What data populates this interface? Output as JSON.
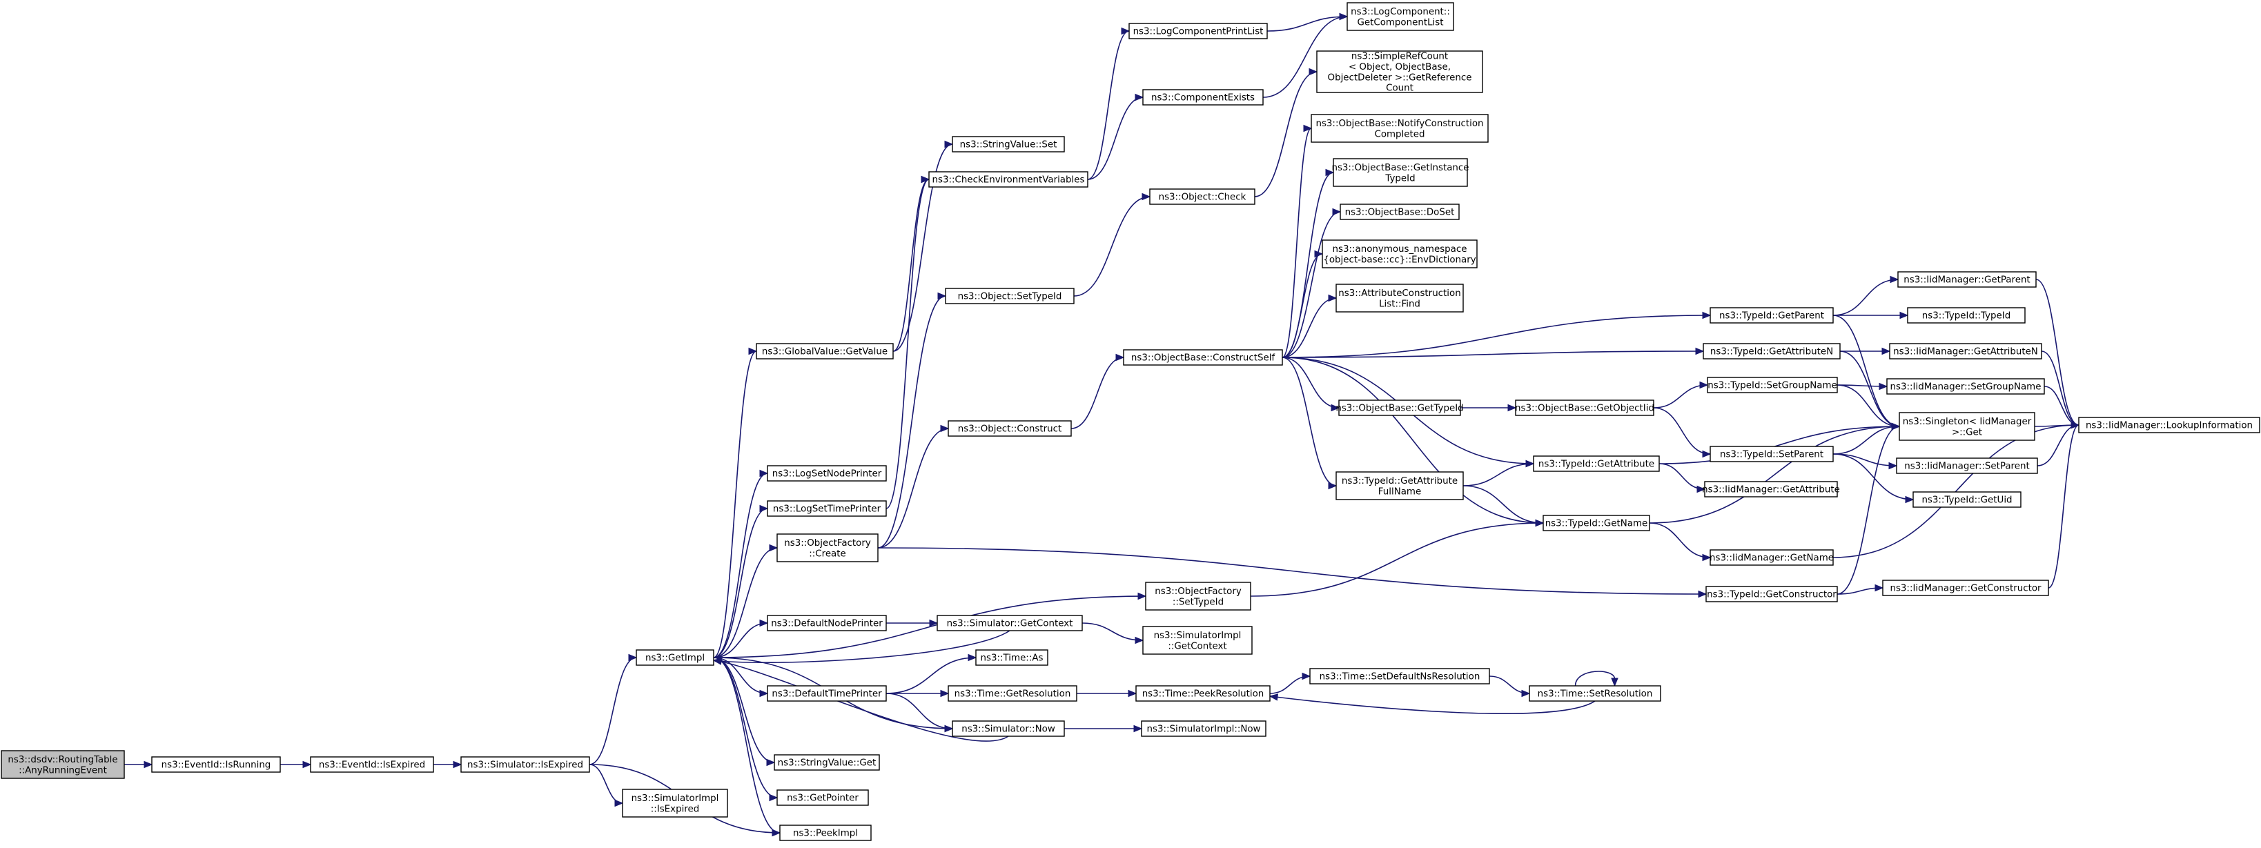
{
  "graph": {
    "type": "call-graph",
    "root": "n0",
    "nodes": [
      {
        "id": "n0",
        "lines": [
          "ns3::dsdv::RoutingTable",
          "::AnyRunningEvent"
        ],
        "root": true
      },
      {
        "id": "n1",
        "lines": [
          "ns3::EventId::IsRunning"
        ]
      },
      {
        "id": "n2",
        "lines": [
          "ns3::EventId::IsExpired"
        ]
      },
      {
        "id": "n3",
        "lines": [
          "ns3::Simulator::IsExpired"
        ]
      },
      {
        "id": "n4",
        "lines": [
          "ns3::GetImpl"
        ]
      },
      {
        "id": "n5",
        "lines": [
          "ns3::SimulatorImpl",
          "::IsExpired"
        ]
      },
      {
        "id": "n6",
        "lines": [
          "ns3::PeekImpl"
        ]
      },
      {
        "id": "n7",
        "lines": [
          "ns3::GlobalValue::GetValue"
        ]
      },
      {
        "id": "n8",
        "lines": [
          "ns3::LogSetNodePrinter"
        ]
      },
      {
        "id": "n9",
        "lines": [
          "ns3::LogSetTimePrinter"
        ]
      },
      {
        "id": "n10",
        "lines": [
          "ns3::ObjectFactory",
          "::Create"
        ]
      },
      {
        "id": "n11",
        "lines": [
          "ns3::DefaultNodePrinter"
        ]
      },
      {
        "id": "n12",
        "lines": [
          "ns3::DefaultTimePrinter"
        ]
      },
      {
        "id": "n13",
        "lines": [
          "ns3::StringValue::Get"
        ]
      },
      {
        "id": "n14",
        "lines": [
          "ns3::GetPointer"
        ]
      },
      {
        "id": "n15",
        "lines": [
          "ns3::StringValue::Set"
        ]
      },
      {
        "id": "n16",
        "lines": [
          "ns3::CheckEnvironmentVariables"
        ]
      },
      {
        "id": "n17",
        "lines": [
          "ns3::Object::SetTypeId"
        ]
      },
      {
        "id": "n18",
        "lines": [
          "ns3::Object::Construct"
        ]
      },
      {
        "id": "n19",
        "lines": [
          "ns3::ObjectFactory",
          "::SetTypeId"
        ]
      },
      {
        "id": "n20",
        "lines": [
          "ns3::Simulator::GetContext"
        ]
      },
      {
        "id": "n21",
        "lines": [
          "ns3::Time::As"
        ]
      },
      {
        "id": "n22",
        "lines": [
          "ns3::Time::GetResolution"
        ]
      },
      {
        "id": "n23",
        "lines": [
          "ns3::Simulator::Now"
        ]
      },
      {
        "id": "n24",
        "lines": [
          "ns3::LogComponentPrintList"
        ]
      },
      {
        "id": "n25",
        "lines": [
          "ns3::ComponentExists"
        ]
      },
      {
        "id": "n26",
        "lines": [
          "ns3::Object::Check"
        ]
      },
      {
        "id": "n27",
        "lines": [
          "ns3::ObjectBase::ConstructSelf"
        ]
      },
      {
        "id": "n28",
        "lines": [
          "ns3::SimulatorImpl",
          "::GetContext"
        ]
      },
      {
        "id": "n29",
        "lines": [
          "ns3::Time::PeekResolution"
        ]
      },
      {
        "id": "n30",
        "lines": [
          "ns3::SimulatorImpl::Now"
        ]
      },
      {
        "id": "n31",
        "lines": [
          "ns3::LogComponent::",
          "GetComponentList"
        ]
      },
      {
        "id": "n32",
        "lines": [
          "ns3::SimpleRefCount",
          "< Object, ObjectBase,",
          " ObjectDeleter >::GetReference",
          "Count"
        ]
      },
      {
        "id": "n33",
        "lines": [
          "ns3::ObjectBase::NotifyConstruction",
          "Completed"
        ]
      },
      {
        "id": "n34",
        "lines": [
          "ns3::ObjectBase::GetInstance",
          "TypeId"
        ]
      },
      {
        "id": "n35",
        "lines": [
          "ns3::ObjectBase::DoSet"
        ]
      },
      {
        "id": "n36",
        "lines": [
          "ns3::anonymous_namespace",
          "{object-base::cc}::EnvDictionary"
        ]
      },
      {
        "id": "n37",
        "lines": [
          "ns3::AttributeConstruction",
          "List::Find"
        ]
      },
      {
        "id": "n38",
        "lines": [
          "ns3::ObjectBase::GetTypeId"
        ]
      },
      {
        "id": "n39",
        "lines": [
          "ns3::TypeId::GetAttribute",
          "FullName"
        ]
      },
      {
        "id": "n40",
        "lines": [
          "ns3::Time::SetDefaultNsResolution"
        ]
      },
      {
        "id": "n41",
        "lines": [
          "ns3::ObjectBase::GetObjectIid"
        ]
      },
      {
        "id": "n42",
        "lines": [
          "ns3::TypeId::GetAttribute"
        ]
      },
      {
        "id": "n43",
        "lines": [
          "ns3::TypeId::GetName"
        ]
      },
      {
        "id": "n44",
        "lines": [
          "ns3::Time::SetResolution"
        ]
      },
      {
        "id": "n45",
        "lines": [
          "ns3::TypeId::GetParent"
        ]
      },
      {
        "id": "n46",
        "lines": [
          "ns3::TypeId::GetAttributeN"
        ]
      },
      {
        "id": "n47",
        "lines": [
          "ns3::TypeId::SetGroupName"
        ]
      },
      {
        "id": "n48",
        "lines": [
          "ns3::TypeId::SetParent"
        ]
      },
      {
        "id": "n49",
        "lines": [
          "ns3::IidManager::GetAttribute"
        ]
      },
      {
        "id": "n50",
        "lines": [
          "ns3::IidManager::GetName"
        ]
      },
      {
        "id": "n51",
        "lines": [
          "ns3::TypeId::GetConstructor"
        ]
      },
      {
        "id": "n52",
        "lines": [
          "ns3::IidManager::GetParent"
        ]
      },
      {
        "id": "n53",
        "lines": [
          "ns3::TypeId::TypeId"
        ]
      },
      {
        "id": "n54",
        "lines": [
          "ns3::IidManager::GetAttributeN"
        ]
      },
      {
        "id": "n55",
        "lines": [
          "ns3::IidManager::SetGroupName"
        ]
      },
      {
        "id": "n56",
        "lines": [
          "ns3::Singleton< IidManager",
          " >::Get"
        ]
      },
      {
        "id": "n57",
        "lines": [
          "ns3::IidManager::SetParent"
        ]
      },
      {
        "id": "n58",
        "lines": [
          "ns3::TypeId::GetUid"
        ]
      },
      {
        "id": "n59",
        "lines": [
          "ns3::IidManager::GetConstructor"
        ]
      },
      {
        "id": "n60",
        "lines": [
          "ns3::IidManager::LookupInformation"
        ]
      }
    ],
    "edges": [
      [
        "n0",
        "n1"
      ],
      [
        "n1",
        "n2"
      ],
      [
        "n2",
        "n3"
      ],
      [
        "n3",
        "n4"
      ],
      [
        "n3",
        "n5"
      ],
      [
        "n3",
        "n6"
      ],
      [
        "n4",
        "n7"
      ],
      [
        "n4",
        "n8"
      ],
      [
        "n4",
        "n9"
      ],
      [
        "n4",
        "n10"
      ],
      [
        "n4",
        "n11"
      ],
      [
        "n4",
        "n12"
      ],
      [
        "n4",
        "n13"
      ],
      [
        "n4",
        "n14"
      ],
      [
        "n4",
        "n6"
      ],
      [
        "n4",
        "n19"
      ],
      [
        "n4",
        "n23"
      ],
      [
        "n7",
        "n15"
      ],
      [
        "n7",
        "n16"
      ],
      [
        "n9",
        "n16"
      ],
      [
        "n16",
        "n24"
      ],
      [
        "n16",
        "n25"
      ],
      [
        "n24",
        "n31"
      ],
      [
        "n25",
        "n31"
      ],
      [
        "n10",
        "n17"
      ],
      [
        "n10",
        "n18"
      ],
      [
        "n10",
        "n51"
      ],
      [
        "n17",
        "n26"
      ],
      [
        "n18",
        "n27"
      ],
      [
        "n26",
        "n32"
      ],
      [
        "n27",
        "n33"
      ],
      [
        "n27",
        "n34"
      ],
      [
        "n27",
        "n35"
      ],
      [
        "n27",
        "n36"
      ],
      [
        "n27",
        "n37"
      ],
      [
        "n27",
        "n45"
      ],
      [
        "n27",
        "n46"
      ],
      [
        "n27",
        "n38"
      ],
      [
        "n27",
        "n39"
      ],
      [
        "n27",
        "n42"
      ],
      [
        "n27",
        "n43"
      ],
      [
        "n38",
        "n41"
      ],
      [
        "n41",
        "n47"
      ],
      [
        "n41",
        "n48"
      ],
      [
        "n39",
        "n42"
      ],
      [
        "n39",
        "n43"
      ],
      [
        "n42",
        "n49"
      ],
      [
        "n42",
        "n56"
      ],
      [
        "n43",
        "n50"
      ],
      [
        "n43",
        "n56"
      ],
      [
        "n45",
        "n52"
      ],
      [
        "n45",
        "n53"
      ],
      [
        "n45",
        "n56"
      ],
      [
        "n46",
        "n54"
      ],
      [
        "n46",
        "n56"
      ],
      [
        "n47",
        "n55"
      ],
      [
        "n47",
        "n56"
      ],
      [
        "n48",
        "n57"
      ],
      [
        "n48",
        "n58"
      ],
      [
        "n48",
        "n56"
      ],
      [
        "n51",
        "n59"
      ],
      [
        "n51",
        "n56"
      ],
      [
        "n50",
        "n60"
      ],
      [
        "n52",
        "n60"
      ],
      [
        "n54",
        "n60"
      ],
      [
        "n55",
        "n60"
      ],
      [
        "n56",
        "n60"
      ],
      [
        "n57",
        "n60"
      ],
      [
        "n59",
        "n60"
      ],
      [
        "n19",
        "n43"
      ],
      [
        "n11",
        "n20"
      ],
      [
        "n20",
        "n28"
      ],
      [
        "n20",
        "n4"
      ],
      [
        "n12",
        "n21"
      ],
      [
        "n12",
        "n22"
      ],
      [
        "n12",
        "n23"
      ],
      [
        "n22",
        "n29"
      ],
      [
        "n23",
        "n30"
      ],
      [
        "n23",
        "n4"
      ],
      [
        "n29",
        "n40"
      ],
      [
        "n40",
        "n44"
      ],
      [
        "n44",
        "n29"
      ],
      [
        "n44",
        "n44"
      ]
    ]
  }
}
